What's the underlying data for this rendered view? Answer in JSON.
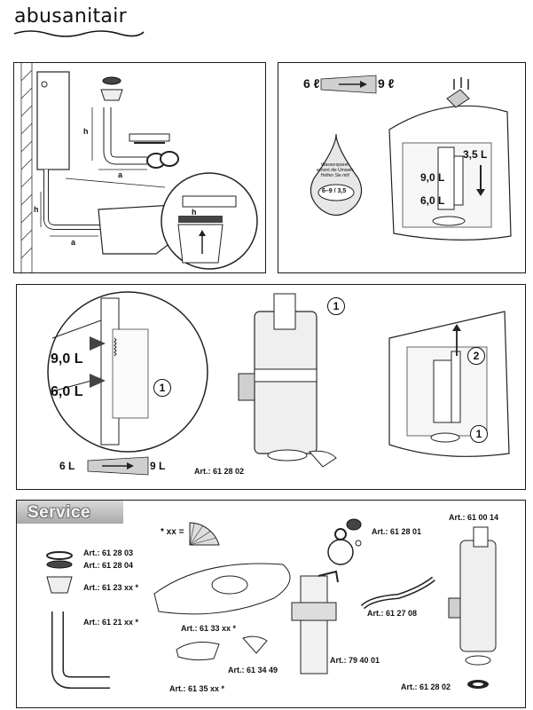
{
  "brand": {
    "name": "abusanitair"
  },
  "panel1": {
    "dim_h_top": "h",
    "dim_a_top": "a",
    "dim_h_side": "h",
    "dim_a_bottom": "a",
    "dim_h_detail": "h"
  },
  "panel2": {
    "flush_small": "6 ℓ",
    "flush_large": "9 ℓ",
    "drop_text": "Wassersparen schont die Umwelt. Helfen Sie mit!",
    "drop_label": "6–9 / 3,5",
    "vol_9": "9,0 L",
    "vol_6": "6,0 L",
    "vol_35": "3,5 L"
  },
  "panel3": {
    "zoom_9": "9,0 L",
    "zoom_6": "6,0 L",
    "circle_1a": "1",
    "circle_1b": "1",
    "circle_1c": "1",
    "circle_2": "2",
    "range_left": "6 L",
    "range_right": "9 L",
    "art_main": "Art.: 61 28 02"
  },
  "service": {
    "title": "Service",
    "xx_label": "* xx =",
    "parts": [
      "Art.: 61 28 03",
      "Art.: 61 28 04",
      "Art.: 61 23 xx *",
      "Art.: 61 21 xx *",
      "Art.: 61 33 xx *",
      "Art.: 61 34 49",
      "Art.: 61 35 xx *",
      "Art.: 61 28 01",
      "Art.: 79 40 01",
      "Art.: 61 27 08",
      "Art.: 61 00 14",
      "Art.: 61 28 02"
    ]
  }
}
